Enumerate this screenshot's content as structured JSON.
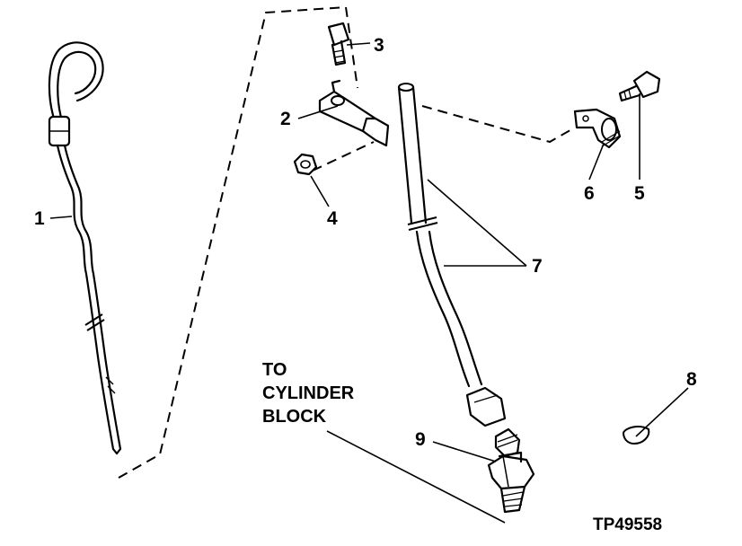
{
  "callouts": {
    "c1": "1",
    "c2": "2",
    "c3": "3",
    "c4": "4",
    "c5": "5",
    "c6": "6",
    "c7": "7",
    "c8": "8",
    "c9": "9"
  },
  "note": {
    "line1": "TO",
    "line2": "CYLINDER",
    "line3": "BLOCK"
  },
  "figure_ref": "TP49558",
  "colors": {
    "ink": "#000000",
    "paper": "#ffffff"
  }
}
